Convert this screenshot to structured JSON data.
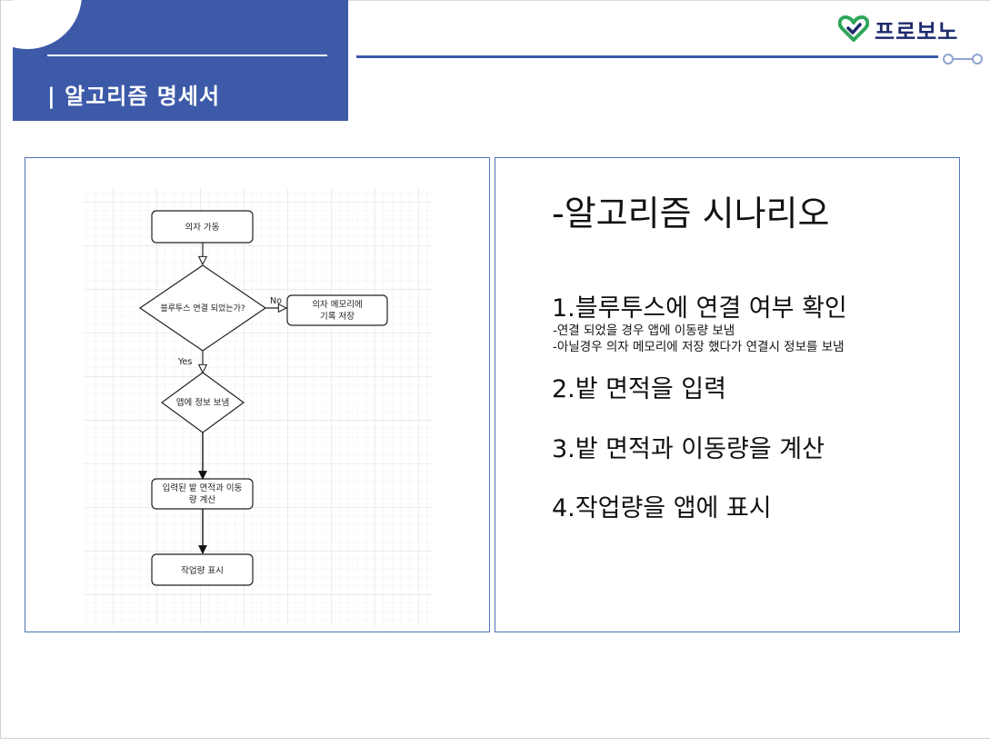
{
  "header": {
    "title": "| 알고리즘 명세서",
    "logo_text": "프로보노"
  },
  "flowchart": {
    "nodes": {
      "start": "의자 가동",
      "decision_line1": "블루투스 연결 되었는가?",
      "save_line1": "의자 메모리에",
      "save_line2": "기록 저장",
      "send": "앱에 정보 보냄",
      "calc_line1": "입력된 밭 면적과 이동",
      "calc_line2": "량 계산",
      "display": "작업량 표시"
    },
    "edges": {
      "no": "No",
      "yes": "Yes"
    }
  },
  "scenario": {
    "title": "-알고리즘 시나리오",
    "step1": "1.블루투스에 연결 여부 확인",
    "step1_note1": "-연결 되었을 경우 앱에 이동량 보냄",
    "step1_note2": "-아닐경우 의자 메모리에 저장 했다가 연결시 정보를 보냄",
    "step2": "2.밭 면적을 입력",
    "step3": "3.밭 면적과 이동량을 계산",
    "step4": "4.작업량을 앱에 표시"
  },
  "colors": {
    "brand_blue": "#3d5aa9",
    "logo_green": "#2fa65a",
    "logo_navy": "#1d2a6b",
    "panel_border": "#4f73b5"
  }
}
